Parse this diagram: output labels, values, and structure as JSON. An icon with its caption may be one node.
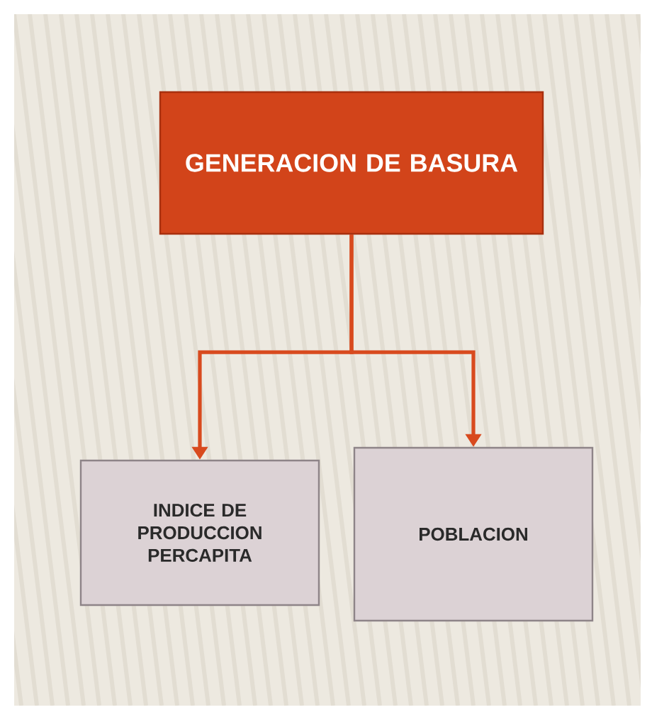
{
  "diagram": {
    "nodes": [
      {
        "text": [
          "GENERACION DE BASURA"
        ]
      },
      {
        "text": [
          "INDICE DE PRODUCCION PERCAPITA"
        ]
      },
      {
        "text": [
          "POBLACION"
        ]
      }
    ],
    "edges": [
      {
        "from": 0,
        "to": 1,
        "arrow": "to"
      },
      {
        "from": 0,
        "to": 2,
        "arrow": "to"
      }
    ]
  }
}
